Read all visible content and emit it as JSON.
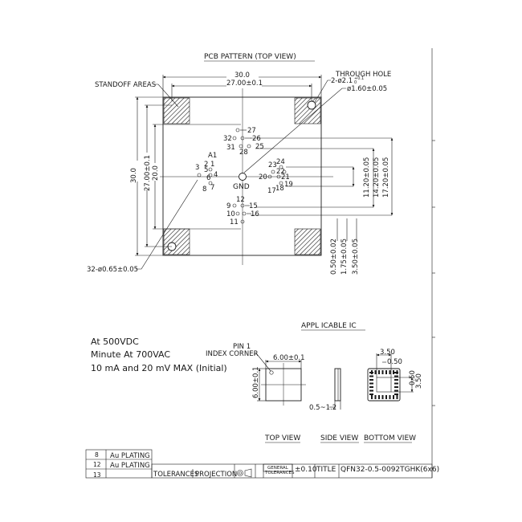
{
  "pcb": {
    "title": "PCB PATTERN  (TOP VIEW)",
    "standoff_label": "STANDOFF AREAS",
    "through_hole_label": "THROUGH HOLE",
    "through_hole_spec": "2-ø2.1",
    "through_hole_tol_plus": "+0.1",
    "through_hole_tol_minus": "0",
    "pad_hole_spec": "ø1.60±0.05",
    "dim_width_outer": "30.0",
    "dim_width_inner": "27.00±0.1",
    "dim_height_outer": "30.0",
    "dim_height_inner": "27.00±0.1",
    "dim_height_center": "20.0",
    "pad_spec": "32-ø0.65±0.05",
    "gnd_label": "GND",
    "a1_label": "A1",
    "pins": {
      "p1": "1",
      "p2": "2",
      "p3": "3",
      "p4": "4",
      "p5": "5",
      "p6": "6",
      "p7": "7",
      "p8": "8",
      "p9": "9",
      "p10": "10",
      "p11": "11",
      "p12": "12",
      "p15": "15",
      "p16": "16",
      "p17": "17",
      "p18": "18",
      "p19": "19",
      "p20": "20",
      "p21": "21",
      "p22": "22",
      "p23": "23",
      "p24": "24",
      "p25": "25",
      "p26": "26",
      "p27": "27",
      "p28": "28",
      "p31": "31",
      "p32": "32"
    },
    "vdims": [
      "11.20±0.05",
      "14.20±0.05",
      "17.20±0.05"
    ],
    "hdims": [
      "0.50±0.02",
      "1.75±0.05",
      "3.50±0.05"
    ]
  },
  "notes": {
    "line1": "At 500VDC",
    "line2": "Minute At 700VAC",
    "line3": "10 mA and 20 mV MAX (Initial)"
  },
  "ic": {
    "title": "APPL ICABLE IC",
    "pin1_label": "PIN 1",
    "index_label": "INDEX CORNER",
    "top_width": "6.00±0.1",
    "top_height": "6.00±0.1",
    "side_dim": "0.5~1.2",
    "bottom_w": "3.50",
    "bottom_pitch": "0.50",
    "bottom_h": "3.50",
    "bottom_side": "0.50",
    "view_top": "TOP VIEW",
    "view_side": "SIDE VIEW",
    "view_bottom": "BOTTOM VIEW"
  },
  "table": {
    "rows": [
      {
        "num": "8",
        "text": "Au PLATING"
      },
      {
        "num": "12",
        "text": "Au PLATING"
      },
      {
        "num": "13",
        "text": ""
      }
    ],
    "tolerances": "TOLERANCES",
    "projection": "PROJECTION",
    "general1": "GENERAL",
    "general2": "TOLERANCES",
    "tol_value": "±0.10",
    "title_label": "TITLE",
    "title_value": "QFN32-0.5-0092TGHK(6x6)"
  }
}
